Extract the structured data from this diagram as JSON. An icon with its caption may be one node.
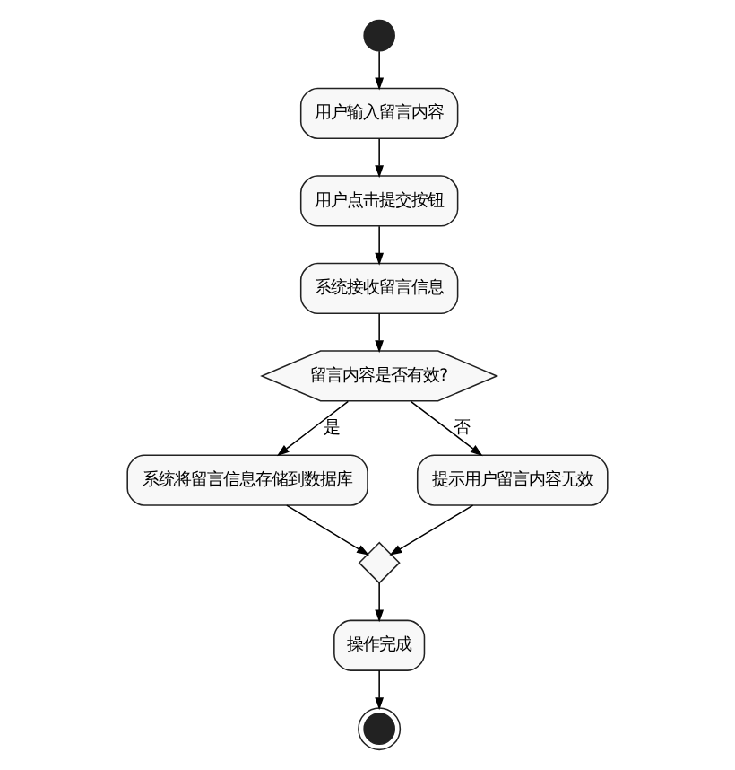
{
  "diagram": {
    "nodes": [
      {
        "text": [],
        "shape": "circle"
      },
      {
        "text": [
          "用户输入留言内容"
        ]
      },
      {
        "text": [
          "用户点击提交按钮"
        ]
      },
      {
        "text": [
          "系统接收留言信息"
        ]
      },
      {
        "text": [
          "留言内容是否有效?"
        ]
      },
      {
        "text": [
          "系统将留言信息存储到数据库"
        ]
      },
      {
        "text": [
          "提示用户留言内容无效"
        ]
      },
      {
        "text": [],
        "shape": "diamond"
      },
      {
        "text": [
          "操作完成"
        ]
      },
      {
        "text": [],
        "shape": "circle"
      }
    ],
    "edges": [
      {
        "from": 0,
        "to": 1,
        "arrow": "to"
      },
      {
        "from": 1,
        "to": 2,
        "arrow": "to"
      },
      {
        "from": 2,
        "to": 3,
        "arrow": "to"
      },
      {
        "from": 3,
        "to": 4,
        "arrow": "to"
      },
      {
        "from": 4,
        "to": 5,
        "arrow": "to",
        "label": "是"
      },
      {
        "from": 4,
        "to": 6,
        "arrow": "to",
        "label": "否"
      },
      {
        "from": 5,
        "to": 7,
        "arrow": "to"
      },
      {
        "from": 6,
        "to": 7,
        "arrow": "to"
      },
      {
        "from": 7,
        "to": 8,
        "arrow": "to"
      },
      {
        "from": 8,
        "to": 9,
        "arrow": "to"
      }
    ]
  }
}
